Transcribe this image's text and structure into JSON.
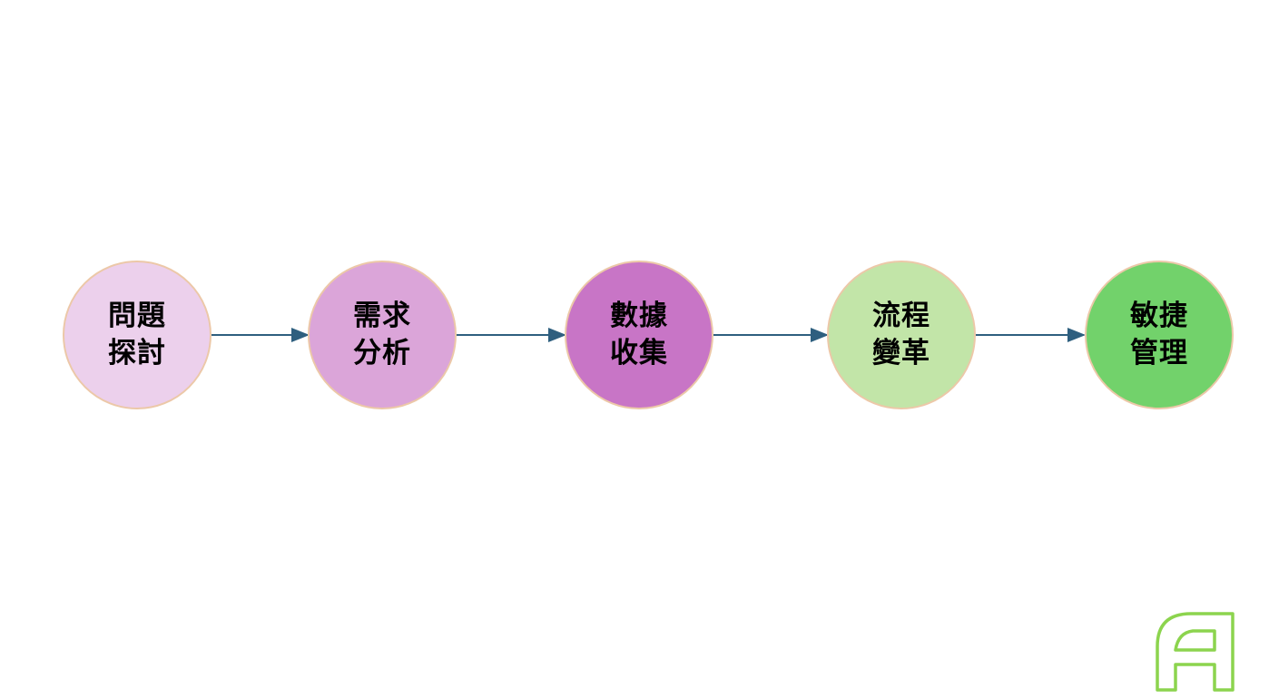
{
  "nodes": [
    {
      "line1": "問題",
      "line2": "探討",
      "color": "#ecd0ec"
    },
    {
      "line1": "需求",
      "line2": "分析",
      "color": "#dba5d9"
    },
    {
      "line1": "數據",
      "line2": "收集",
      "color": "#c875c6"
    },
    {
      "line1": "流程",
      "line2": "變革",
      "color": "#c2e5a8"
    },
    {
      "line1": "敏捷",
      "line2": "管理",
      "color": "#72d26b"
    }
  ],
  "arrow_color": "#2e5f7f",
  "logo_color": "#8cd44e"
}
